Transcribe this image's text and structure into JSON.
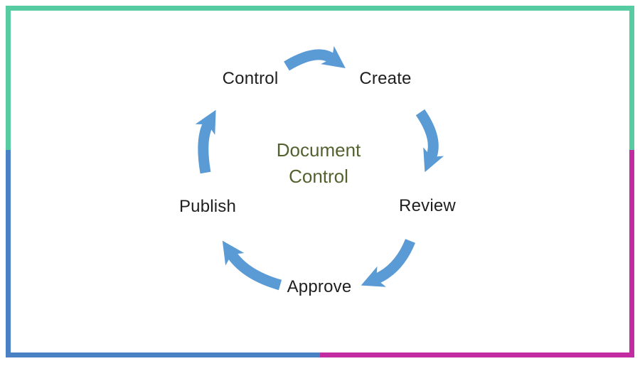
{
  "frame": {
    "colors": {
      "mint": "#57CBA1",
      "blue": "#4A80C4",
      "magenta": "#C32BA1"
    }
  },
  "diagram": {
    "center_title": {
      "line1": "Document",
      "line2": "Control"
    },
    "center_title_color": "#53612F",
    "label_color": "#1F1F1F",
    "arrow_color": "#5B9BD5",
    "steps": [
      {
        "label": "Control"
      },
      {
        "label": "Create"
      },
      {
        "label": "Review"
      },
      {
        "label": "Approve"
      },
      {
        "label": "Publish"
      }
    ],
    "flow_order": [
      "Control",
      "Create",
      "Review",
      "Approve",
      "Publish"
    ]
  }
}
